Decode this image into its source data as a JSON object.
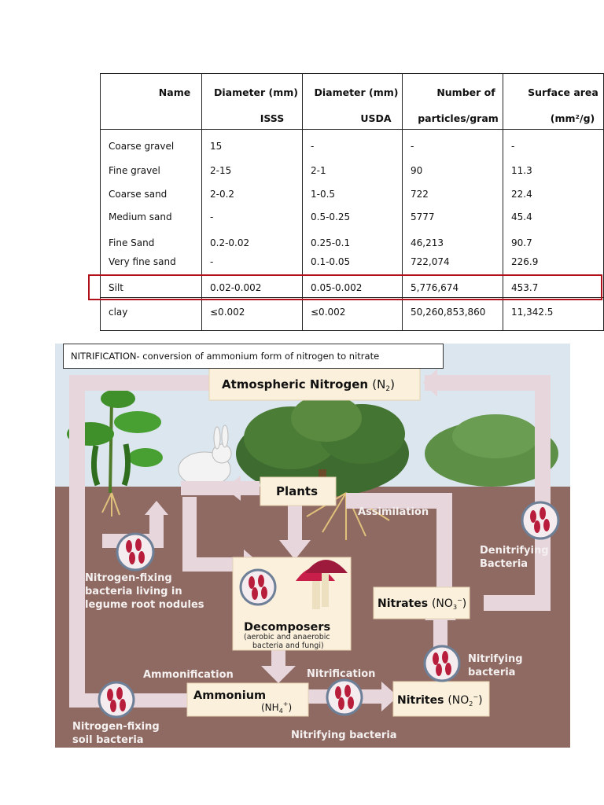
{
  "table": {
    "headers": [
      {
        "line1": "Name",
        "line2": ""
      },
      {
        "line1": "Diameter (mm)",
        "line2": "ISSS"
      },
      {
        "line1": "Diameter (mm)",
        "line2": "USDA"
      },
      {
        "line1": "Number of",
        "line2": "particles/gram"
      },
      {
        "line1": "Surface area",
        "line2": "(mm²/g)"
      }
    ],
    "rows": [
      [
        "Coarse gravel",
        "15",
        "-",
        "-",
        "-"
      ],
      [
        "Fine gravel",
        "2-15",
        "2-1",
        "90",
        "11.3"
      ],
      [
        "Coarse sand",
        "2-0.2",
        "1-0.5",
        "722",
        "22.4"
      ],
      [
        "Medium sand",
        "-",
        "0.5-0.25",
        "5777",
        "45.4"
      ],
      [
        "Fine Sand",
        "0.2-0.02",
        "0.25-0.1",
        "46,213",
        "90.7"
      ],
      [
        "Very fine sand",
        "-",
        "0.1-0.05",
        "722,074",
        "226.9"
      ],
      [
        "Silt",
        "0.02-0.002",
        "0.05-0.002",
        "5,776,674",
        "453.7"
      ],
      [
        "clay",
        "≤0.002",
        "≤0.002",
        "50,260,853,860",
        "11,342.5"
      ]
    ],
    "highlight_color": "#b0101a"
  },
  "diagram": {
    "caption": "NITRIFICATION- conversion of ammonium form of nitrogen to nitrate",
    "atmospheric_label": "Atmospheric Nitrogen",
    "atmospheric_formula": "(N",
    "atmospheric_sub": "2",
    "plants": "Plants",
    "assimilation": "Assimilation",
    "denitrifying_1": "Denitrifying",
    "denitrifying_2": "Bacteria",
    "nfix_legume_1": "Nitrogen-fixing",
    "nfix_legume_2": "bacteria living in",
    "nfix_legume_3": "legume root nodules",
    "decomposers": "Decomposers",
    "decomposers_sub1": "(aerobic and anaerobic",
    "decomposers_sub2": "bacteria and fungi)",
    "nitrates_label": "Nitrates",
    "nitrates_formula": "(NO",
    "nitrates_sub": "3",
    "nitrates_sup": "−",
    "nitrifying_1": "Nitrifying",
    "nitrifying_2": "bacteria",
    "ammonification": "Ammonification",
    "nitrification": "Nitrification",
    "ammonium_label": "Ammonium",
    "ammonium_formula": "(NH",
    "ammonium_sub": "4",
    "ammonium_sup": "+",
    "nitrites_label": "Nitrites",
    "nitrites_formula": "(NO",
    "nitrites_sub": "2",
    "nitrites_sup": "−",
    "nfix_soil_1": "Nitrogen-fixing",
    "nfix_soil_2": "soil bacteria",
    "nitrifying_bacteria": "Nitrifying bacteria",
    "colors": {
      "sky": "#dbe6ee",
      "soil": "#8e6a62",
      "arrow": "#e7d6dc",
      "label_box": "#fbf0dc",
      "bacteria": "#b81e3c"
    }
  }
}
